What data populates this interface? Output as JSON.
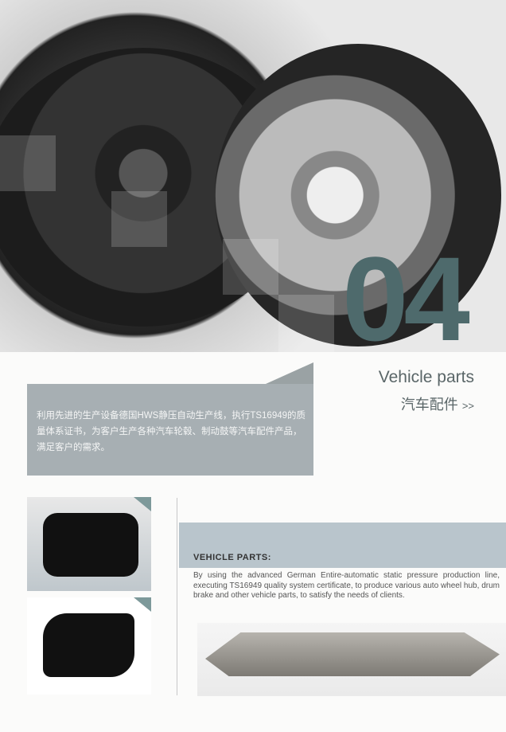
{
  "hero": {
    "number": "04"
  },
  "section": {
    "title_en": "Vehicle parts",
    "title_cn": "汽车配件",
    "arrow": ">>"
  },
  "intro_cn": "利用先进的生产设备德国HWS静压自动生产线，执行TS16949的质量体系证书，为客户生产各种汽车轮毂、制动鼓等汽车配件产品，满足客户的需求。",
  "details": {
    "heading": "VEHICLE PARTS:",
    "body": "By using the advanced German Entire-automatic static pressure production line, executing TS16949 quality system certificate, to produce various auto wheel hub, drum brake and other vehicle parts, to satisfy the needs of clients."
  },
  "colors": {
    "accent": "#4e6a6c",
    "box": "#a7afb3",
    "band": "#b9c5cc"
  }
}
